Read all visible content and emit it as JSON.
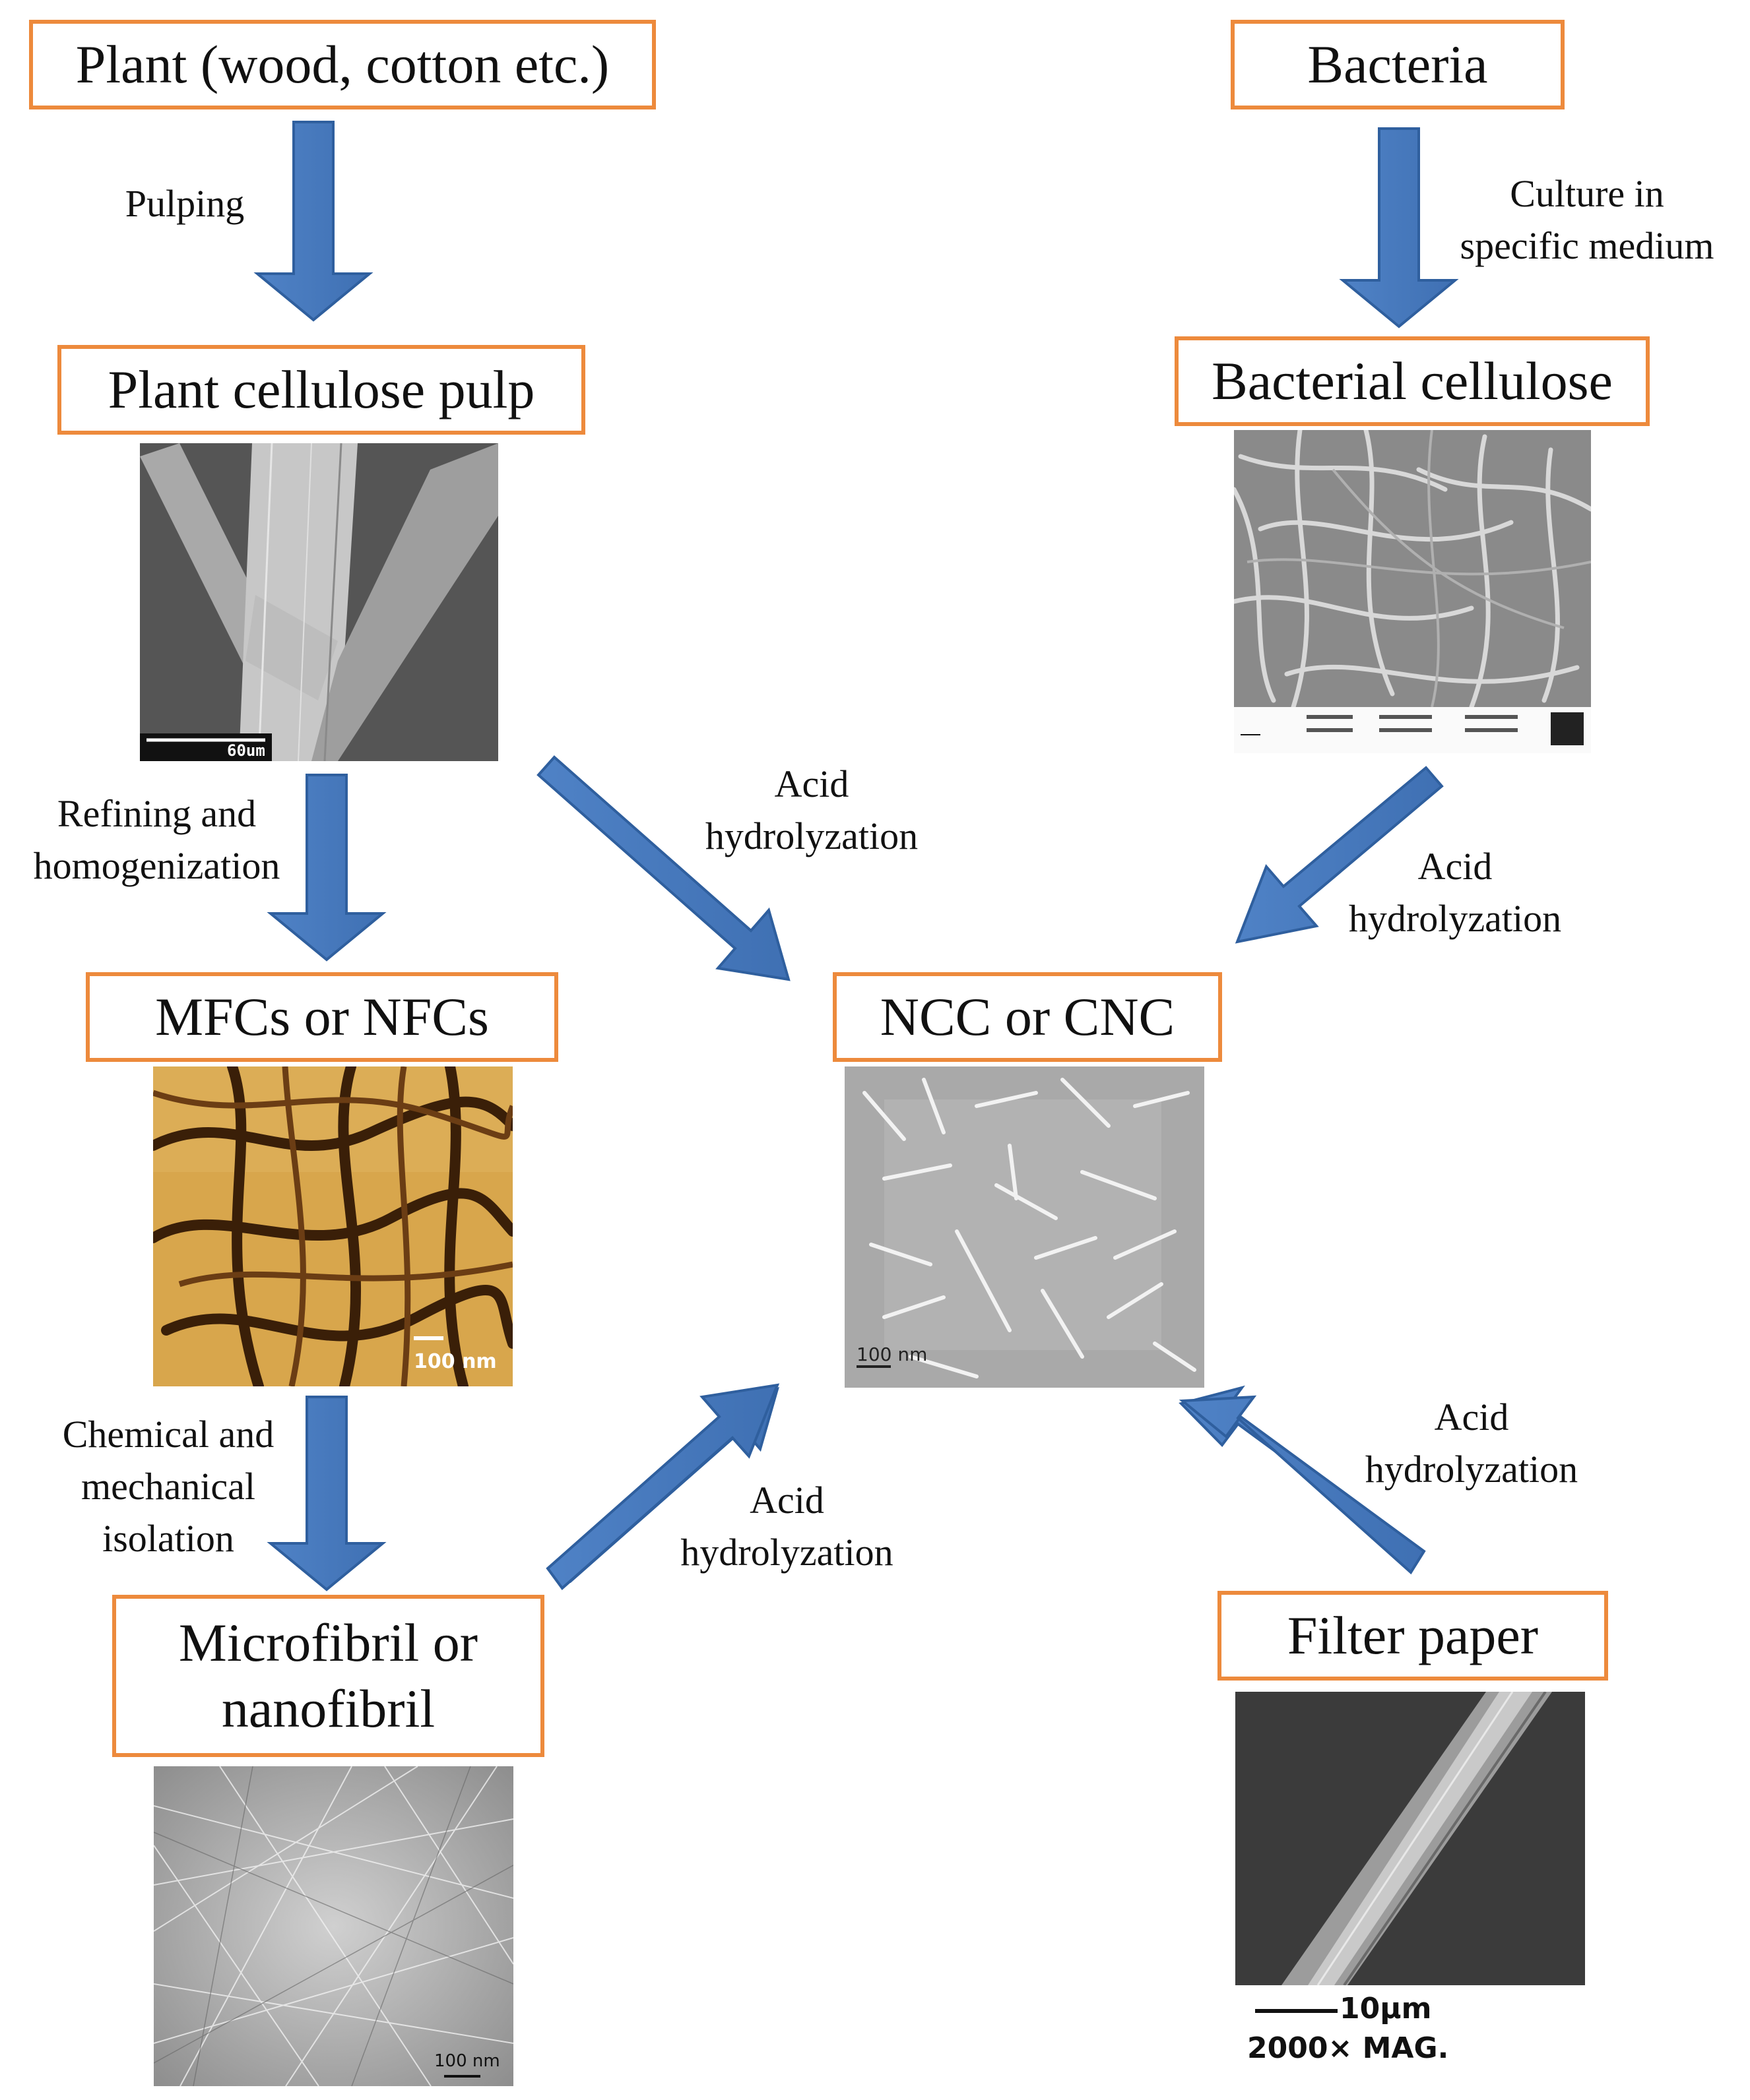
{
  "boxes": {
    "plant": "Plant (wood, cotton etc.)",
    "bacteria": "Bacteria",
    "plant_pulp": "Plant cellulose pulp",
    "bacterial_cellulose": "Bacterial cellulose",
    "mfcs": "MFCs or NFCs",
    "ncc": "NCC or CNC",
    "microfibril": "Microfibril or\nnanofibril",
    "filter_paper": "Filter paper"
  },
  "arrow_labels": {
    "pulping": "Pulping",
    "culture": "Culture in\nspecific medium",
    "refining": "Refining and\nhomogenization",
    "acid_from_pulp": "Acid\nhydrolyzation",
    "acid_from_bacterial": "Acid\nhydrolyzation",
    "chemical": "Chemical and\nmechanical\nisolation",
    "acid_from_microfibril": "Acid\nhydrolyzation",
    "acid_from_filter": "Acid\nhydrolyzation"
  },
  "image_labels": {
    "pulp_scale": "60um",
    "mfc_scale": "100 nm",
    "ncc_scale": "100 nm",
    "microfibril_scale": "100 nm",
    "filter_scale": "10µm",
    "filter_mag": "2000× MAG."
  },
  "colors": {
    "box_border": "#ed8a3c",
    "arrow_fill": "#4a7cc0",
    "arrow_stroke": "#2f5f9e"
  }
}
